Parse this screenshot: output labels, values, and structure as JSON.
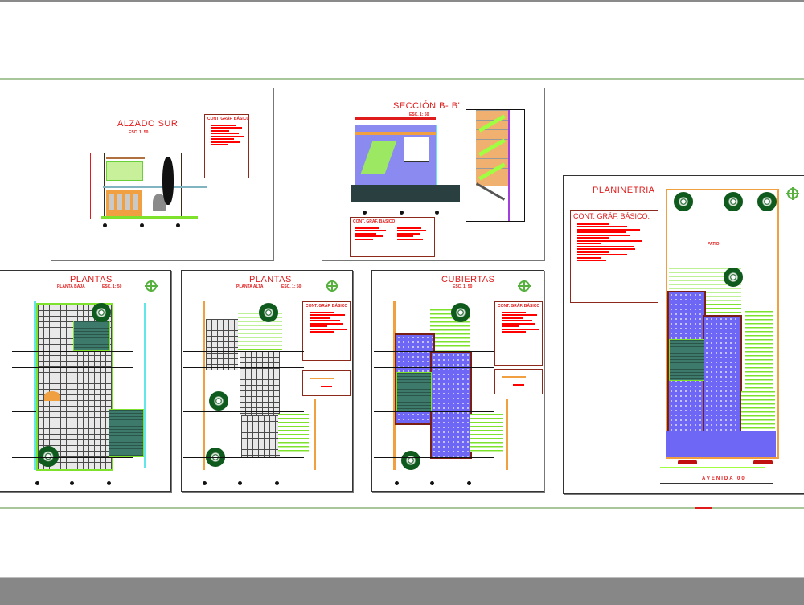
{
  "canvas": {
    "background": "#ffffff",
    "frame_line_color": "#a7c79a",
    "bottom_bar_color": "#878787",
    "text_color": "#e01b1b"
  },
  "sheets": {
    "alzado_sur": {
      "title": "ALZADO SUR",
      "scale": "ESC. 1: 50",
      "legend_title": "CONT. GRÁF. BÁSICO"
    },
    "seccion": {
      "title": "SECCIÓN B- B'",
      "scale": "ESC. 1: 50",
      "legend_title": "CONT. GRÁF. BÁSICO"
    },
    "planineteria": {
      "title": "PLANINETRIA",
      "legend_title": "CONT. GRÁF. BÁSICO.",
      "street_label": "AVENIDA 00",
      "patio_label": "PATIO"
    },
    "planta_baja": {
      "title": "PLANTAS",
      "subtitle": "PLANTA BAJA",
      "scale": "ESC. 1: 50"
    },
    "planta_alta": {
      "title": "PLANTAS",
      "subtitle": "PLANTA ALTA",
      "scale": "ESC. 1: 50",
      "legend_title": "CONT. GRÁF. BÁSICO"
    },
    "cubiertas": {
      "title": "CUBIERTAS",
      "scale": "ESC. 1: 50",
      "legend_title": "CONT. GRÁF. BÁSICO"
    }
  },
  "icons": {
    "north_arrow": "north-arrow-icon",
    "tree": "tree-icon",
    "car": "car-icon"
  }
}
